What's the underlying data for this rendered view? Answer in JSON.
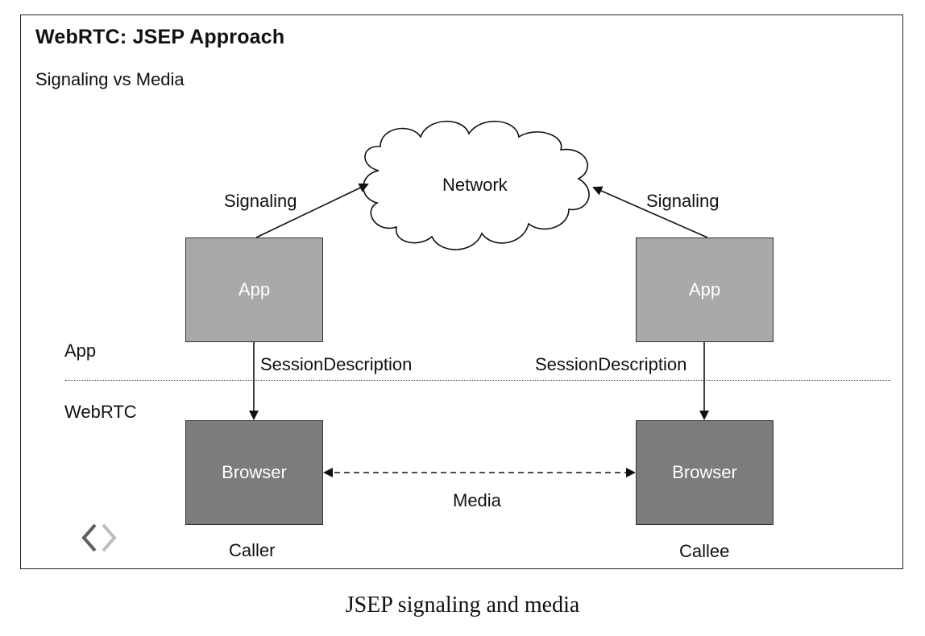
{
  "diagram": {
    "title": "WebRTC: JSEP Approach",
    "subtitle": "Signaling vs Media",
    "network_label": "Network",
    "signaling_left": "Signaling",
    "signaling_right": "Signaling",
    "layer_app": "App",
    "layer_webrtc": "WebRTC",
    "caller": {
      "app_label": "App",
      "browser_label": "Browser",
      "session_label": "SessionDescription",
      "role_label": "Caller"
    },
    "callee": {
      "app_label": "App",
      "browser_label": "Browser",
      "session_label": "SessionDescription",
      "role_label": "Callee"
    },
    "media_label": "Media",
    "icons": [
      "nav-arrows-icon"
    ],
    "colors": {
      "app_box": "#a9a9ab",
      "browser_box": "#7c7c7e",
      "line": "#111111"
    }
  },
  "caption": "JSEP signaling and media"
}
